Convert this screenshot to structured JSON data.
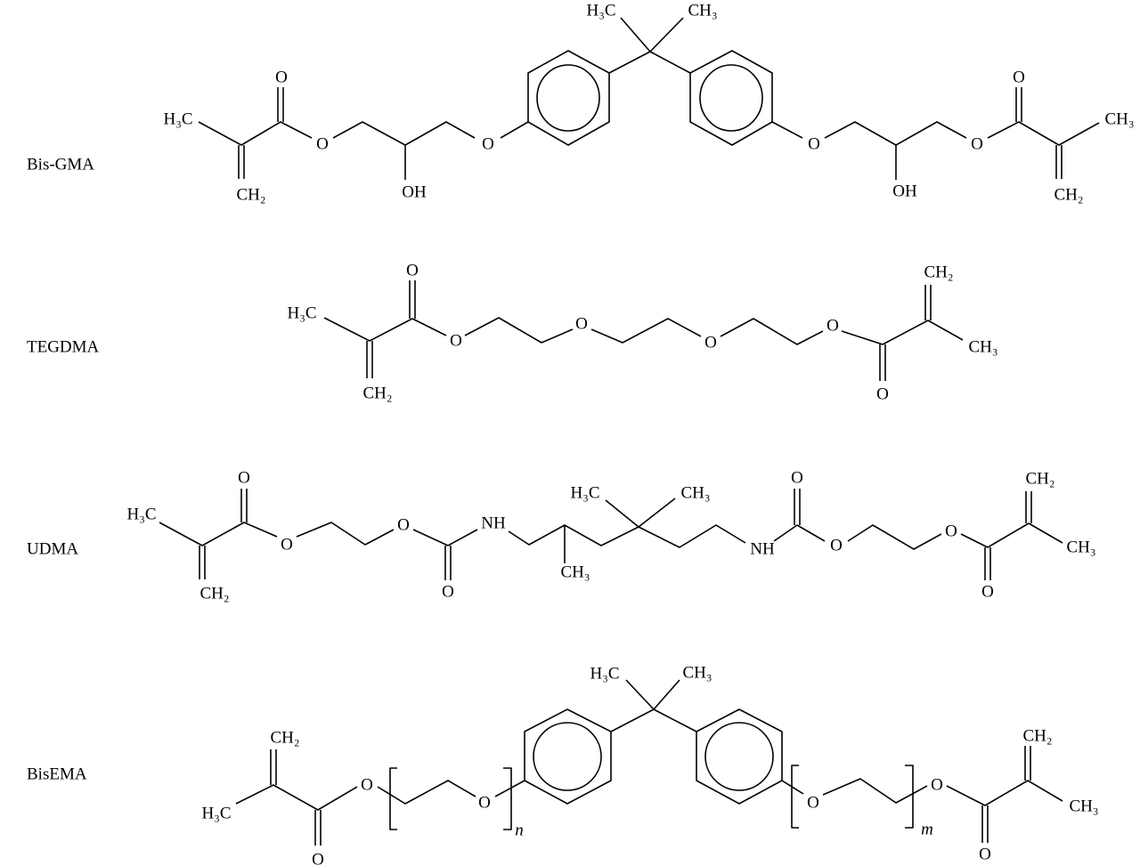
{
  "figure": {
    "type": "chemical-structures",
    "stroke_color": "#000000",
    "background": "#ffffff"
  },
  "molecules": [
    {
      "name": "Bis-GMA",
      "labels": [
        "H₃C",
        "CH₂",
        "O",
        "O",
        "OH",
        "O",
        "H₃C",
        "CH₃",
        "O",
        "OH",
        "O",
        "O",
        "CH₃",
        "CH₂"
      ]
    },
    {
      "name": "TEGDMA",
      "labels": [
        "H₃C",
        "CH₂",
        "O",
        "O",
        "O",
        "O",
        "O",
        "O",
        "CH₂",
        "CH₃"
      ]
    },
    {
      "name": "UDMA",
      "labels": [
        "H₃C",
        "CH₂",
        "O",
        "O",
        "O",
        "O",
        "NH",
        "CH₃",
        "H₃C",
        "CH₃",
        "NH",
        "O",
        "O",
        "O",
        "O",
        "CH₂",
        "CH₃"
      ]
    },
    {
      "name": "BisEMA",
      "labels": [
        "CH₂",
        "H₃C",
        "O",
        "O",
        "O",
        "n",
        "H₃C",
        "CH₃",
        "O",
        "O",
        "m",
        "O",
        "CH₂",
        "CH₃"
      ]
    }
  ]
}
